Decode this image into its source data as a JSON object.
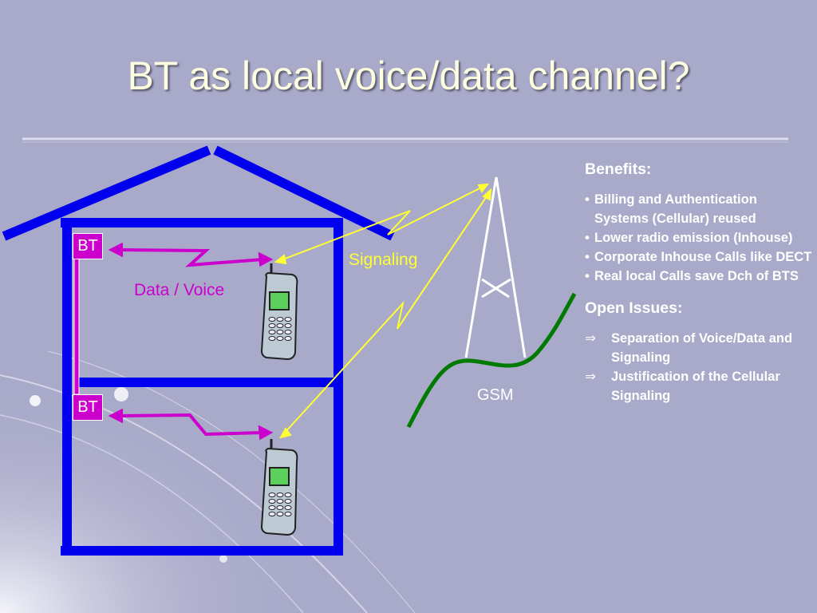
{
  "title": "BT as local voice/data channel?",
  "diagram": {
    "bt_upper": "BT",
    "bt_lower": "BT",
    "data_voice_label": "Data / Voice",
    "signaling_label": "Signaling",
    "gsm_label": "GSM"
  },
  "benefits": {
    "heading": "Benefits:",
    "bullet": "•",
    "items": [
      "Billing and Authentication Systems (Cellular) reused",
      "Lower radio emission (Inhouse)",
      "Corporate Inhouse Calls like DECT",
      "Real local Calls save Dch of BTS"
    ]
  },
  "open_issues": {
    "heading": "Open Issues:",
    "arrow": "⇒",
    "items": [
      "Separation of Voice/Data and Signaling",
      "Justification of the Cellular Signaling"
    ]
  },
  "colors": {
    "background": "#a9a9c9",
    "title": "#fdfde0",
    "house": "#0000ee",
    "bt_box": "#cc00cc",
    "signaling": "#ffff33",
    "data_voice": "#cc00cc",
    "gsm_curve": "#007a00"
  }
}
